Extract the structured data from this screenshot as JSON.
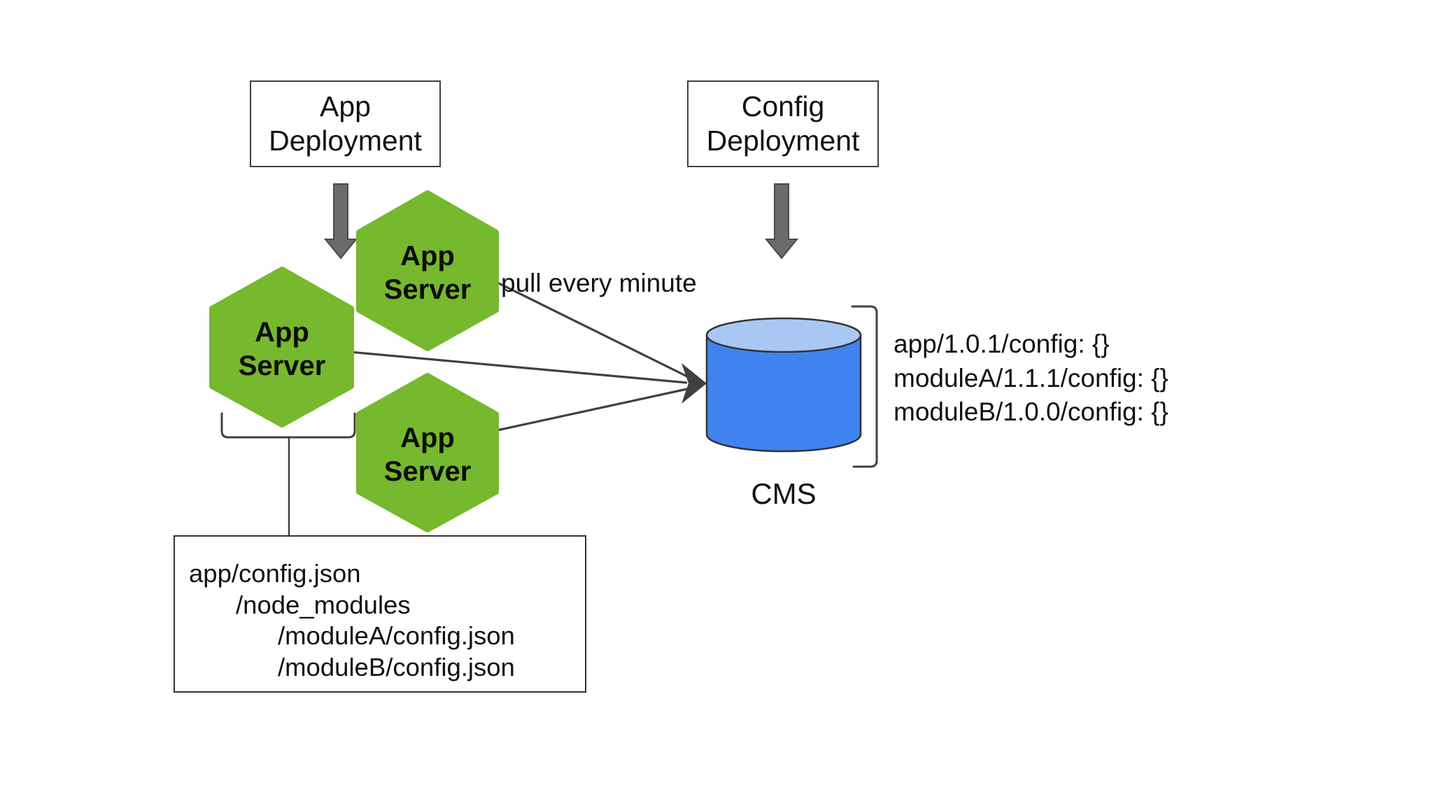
{
  "colors": {
    "hexagon": "#76b82e",
    "cylinder_body": "#4183ee",
    "cylinder_top": "#a9c7f4",
    "arrow_gray": "#6b6b6b",
    "arrow_gray_border": "#4a4a4a",
    "connector": "#404040"
  },
  "boxes": {
    "app_deployment": {
      "line1": "App",
      "line2": "Deployment"
    },
    "config_deployment": {
      "line1": "Config",
      "line2": "Deployment"
    }
  },
  "app_server": {
    "line1": "App",
    "line2": "Server"
  },
  "pull_label": "pull every minute",
  "cms": {
    "label": "CMS",
    "configs": [
      "app/1.0.1/config: {}",
      "moduleA/1.1.1/config: {}",
      "moduleB/1.0.0/config: {}"
    ]
  },
  "file_box": {
    "lines": [
      "app/config.json",
      "/node_modules",
      "/moduleA/config.json",
      "/moduleB/config.json"
    ]
  }
}
